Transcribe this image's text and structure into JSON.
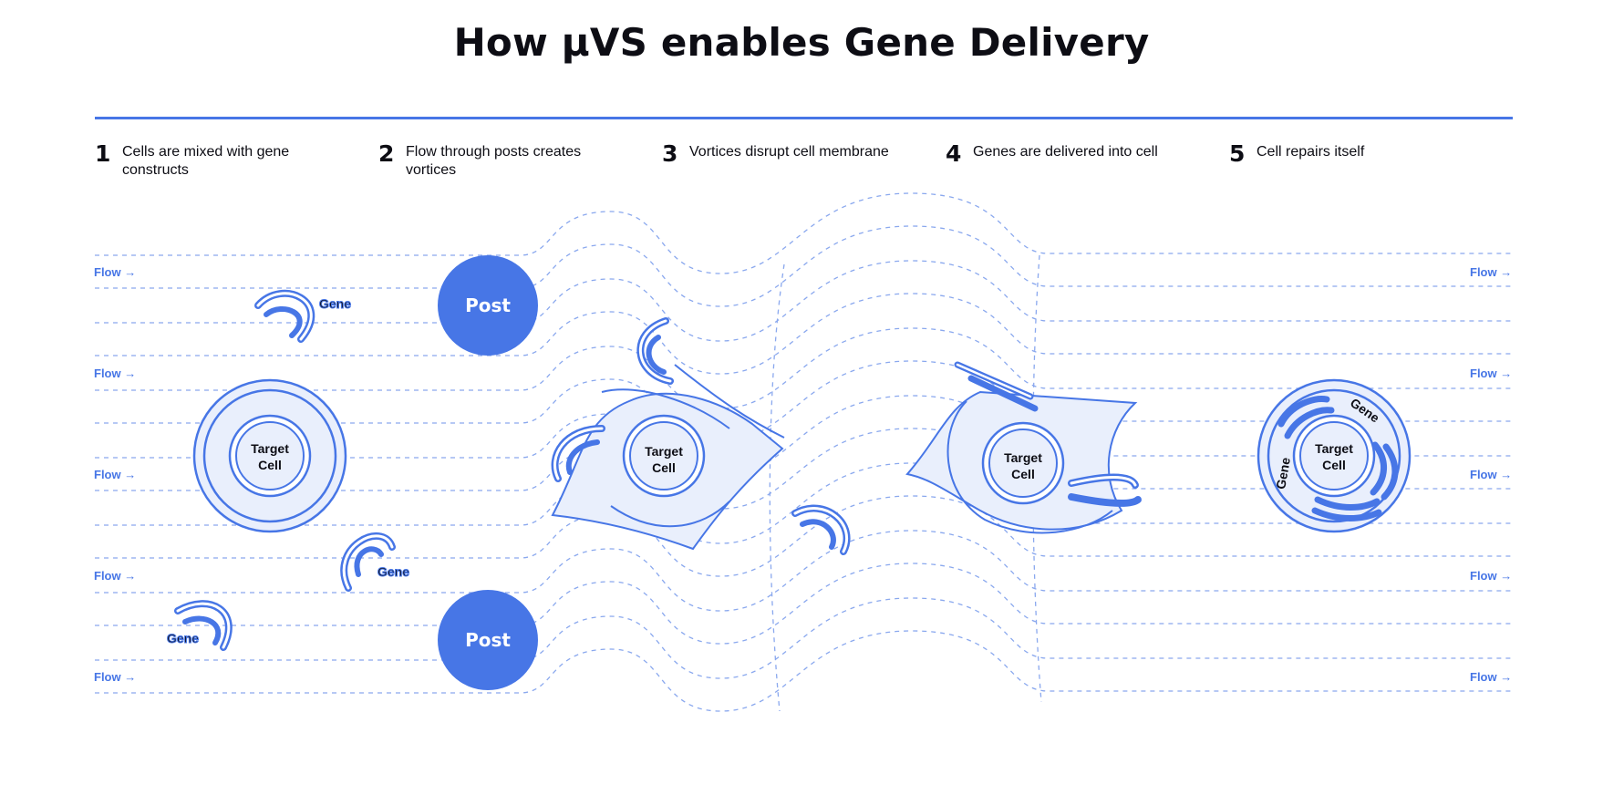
{
  "title": "How µVS enables Gene Delivery",
  "steps": [
    {
      "number": "1",
      "text": "Cells are mixed with gene constructs"
    },
    {
      "number": "2",
      "text": "Flow through posts creates vortices"
    },
    {
      "number": "3",
      "text": "Vortices disrupt cell membrane"
    },
    {
      "number": "4",
      "text": "Genes are delivered into cell"
    },
    {
      "number": "5",
      "text": "Cell repairs itself"
    }
  ],
  "labels": {
    "flow": "Flow →",
    "gene": "Gene",
    "post": "Post",
    "cell_line1": "Target",
    "cell_line2": "Cell"
  },
  "colors": {
    "accent": "#4776e6",
    "cell_fill": "#e9effc",
    "dash": "#8aa8ee",
    "text": "#0d0d14"
  }
}
